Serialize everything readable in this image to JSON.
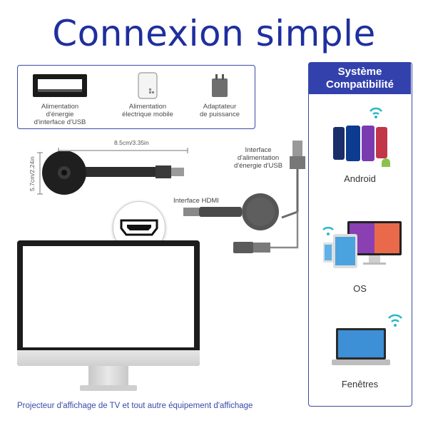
{
  "title": "Connexion simple",
  "power_options": [
    {
      "label": "Alimentation\nd'énergie\nd'interface d'USB",
      "icon": "usb-port-icon"
    },
    {
      "label": "Alimentation\nélectrique mobile",
      "icon": "power-bank-icon"
    },
    {
      "label": "Adaptateur\nde puissance",
      "icon": "power-adapter-icon"
    }
  ],
  "dongle": {
    "length": "8.5cm/3.35in",
    "height": "5.7cm/2.24in"
  },
  "usb_power_label": "Interface\nd'alimentation\nd'énergie d'USB",
  "hdmi_label": "Interface HDMI",
  "caption": "Projecteur d'affichage de TV et tout autre équipement d'affichage",
  "compat": {
    "header": "Système\nCompatibilité",
    "items": [
      {
        "label": "Android",
        "icon": "android-phones-icon"
      },
      {
        "label": "OS",
        "icon": "apple-devices-icon"
      },
      {
        "label": "Fenêtres",
        "icon": "windows-laptop-icon"
      }
    ]
  },
  "colors": {
    "accent": "#3341ad",
    "title": "#1f2f9e"
  }
}
